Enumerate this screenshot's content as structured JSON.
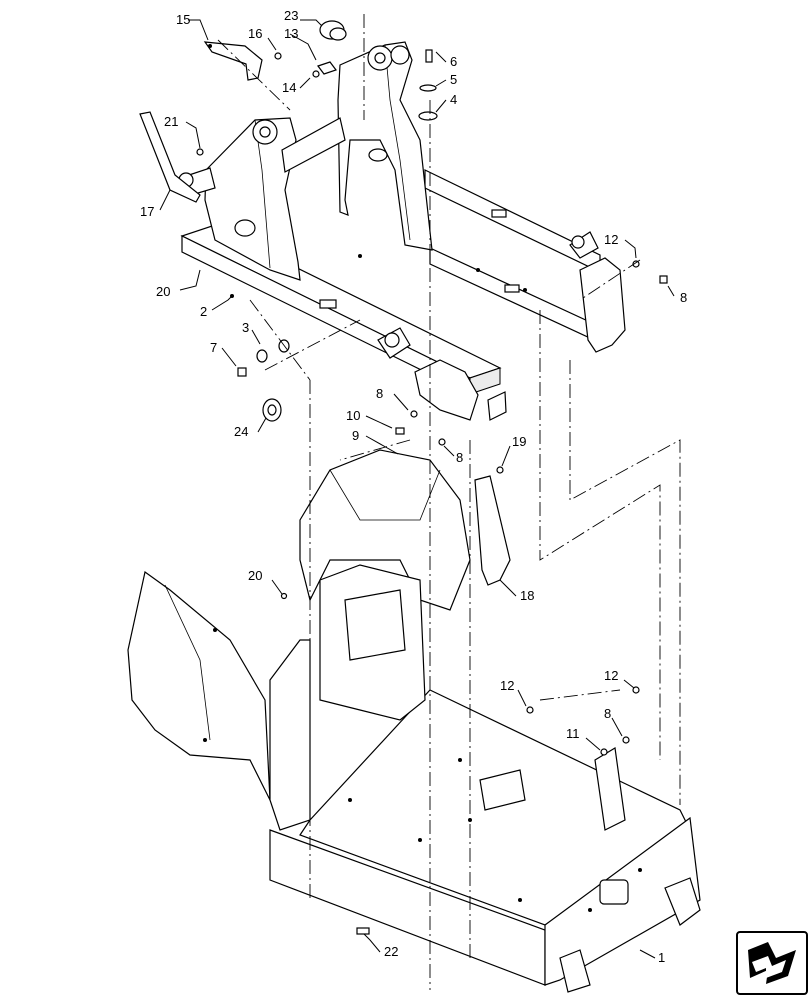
{
  "callouts": {
    "c1": "1",
    "c2": "2",
    "c3": "3",
    "c4": "4",
    "c5": "5",
    "c6": "6",
    "c7": "7",
    "c8a": "8",
    "c8b": "8",
    "c8c": "8",
    "c8d": "8",
    "c9": "9",
    "c10": "10",
    "c11": "11",
    "c12a": "12",
    "c12b": "12",
    "c12c": "12",
    "c13": "13",
    "c14": "14",
    "c15": "15",
    "c16": "16",
    "c17": "17",
    "c18": "18",
    "c19": "19",
    "c20a": "20",
    "c20b": "20",
    "c21": "21",
    "c22": "22",
    "c23": "23",
    "c24": "24"
  },
  "nav_icon": "next-page-arrow-icon"
}
